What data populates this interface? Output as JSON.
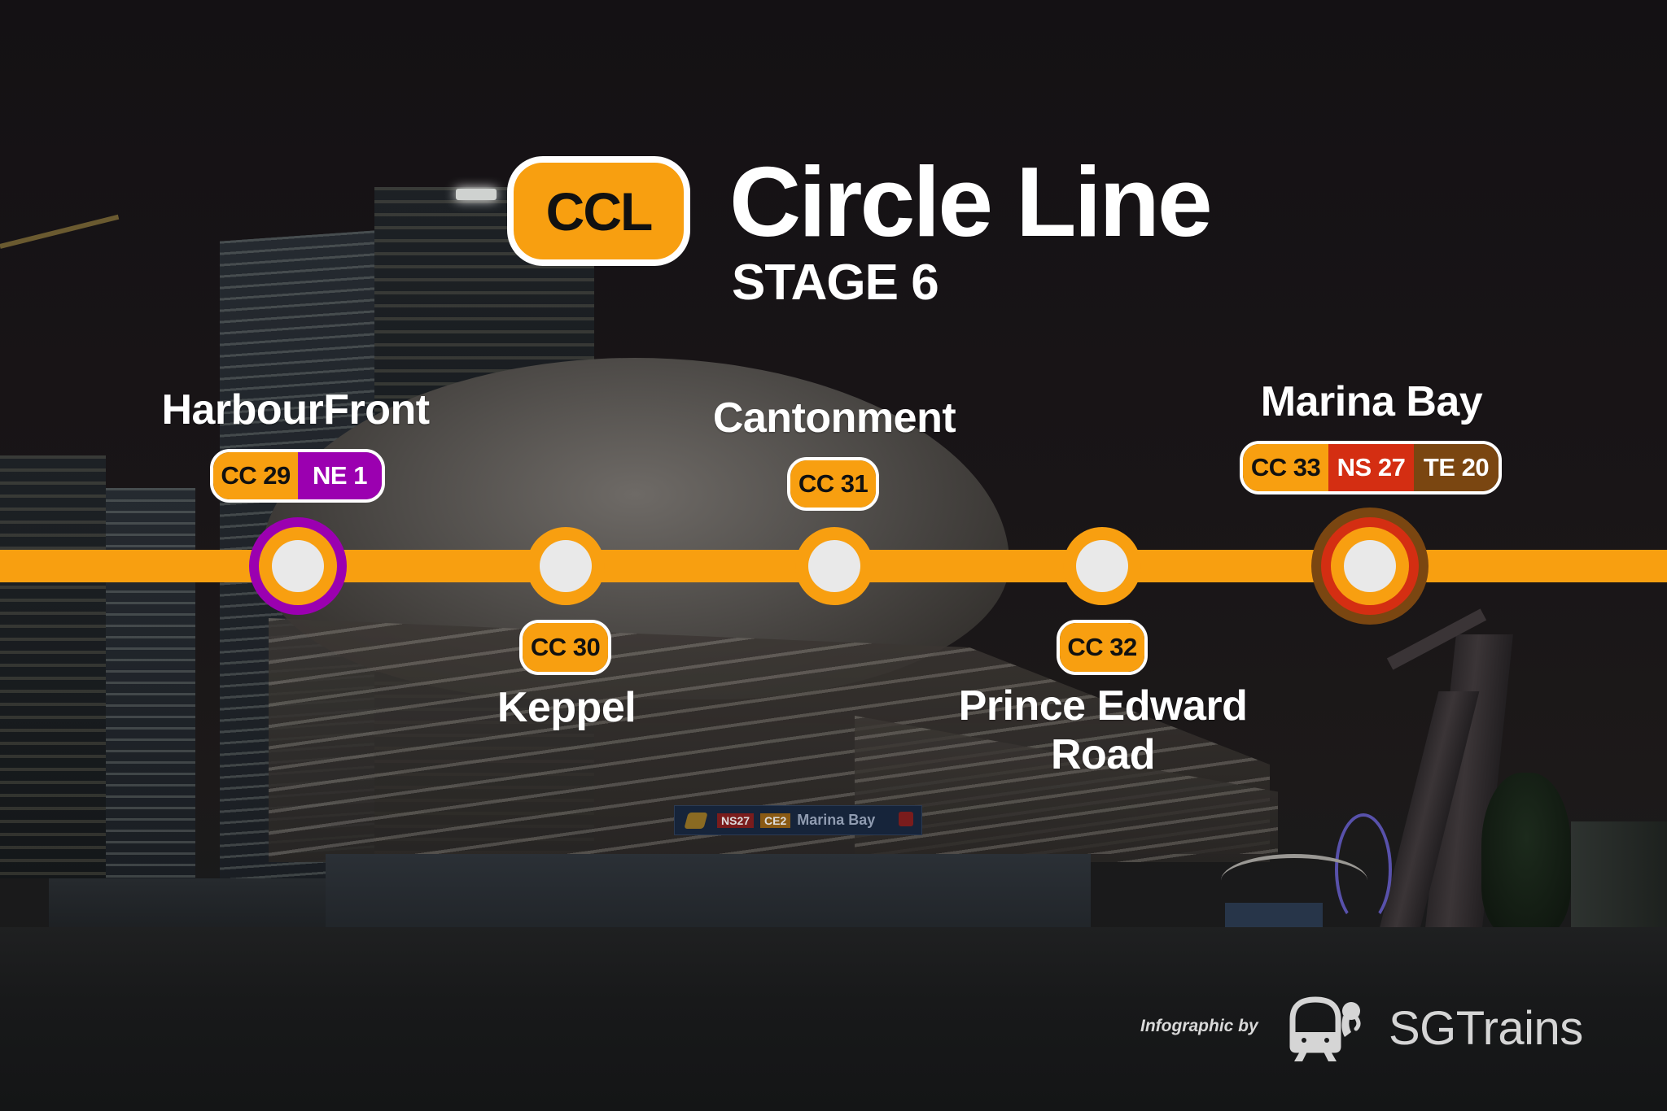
{
  "header": {
    "line_code": "CCL",
    "line_name": "Circle Line",
    "stage": "STAGE 6"
  },
  "colors": {
    "circle_line": "#F89F10",
    "north_east_line": "#9B00B0",
    "north_south_line": "#D42E12",
    "thomson_east_coast_line": "#7A4611",
    "station_fill": "#E9E9E9",
    "badge_border": "#FFFFFF"
  },
  "stations": [
    {
      "name": "HarbourFront",
      "codes": [
        {
          "code": "CC 29",
          "line": "cc"
        },
        {
          "code": "NE 1",
          "line": "ne"
        }
      ],
      "interchange": true,
      "label_position": "above"
    },
    {
      "name": "Keppel",
      "codes": [
        {
          "code": "CC 30",
          "line": "cc"
        }
      ],
      "interchange": false,
      "label_position": "below"
    },
    {
      "name": "Cantonment",
      "codes": [
        {
          "code": "CC 31",
          "line": "cc"
        }
      ],
      "interchange": false,
      "label_position": "above"
    },
    {
      "name_line1": "Prince Edward",
      "name_line2": "Road",
      "codes": [
        {
          "code": "CC 32",
          "line": "cc"
        }
      ],
      "interchange": false,
      "label_position": "below"
    },
    {
      "name": "Marina Bay",
      "codes": [
        {
          "code": "CC 33",
          "line": "cc"
        },
        {
          "code": "NS 27",
          "line": "ns"
        },
        {
          "code": "TE 20",
          "line": "te"
        }
      ],
      "interchange": true,
      "label_position": "above"
    }
  ],
  "photo_sign": {
    "codes": [
      "NS27",
      "CE2"
    ],
    "name": "Marina Bay"
  },
  "credit": {
    "prefix": "Infographic by",
    "brand": "SGTrains",
    "icon": "train-with-person-icon"
  }
}
